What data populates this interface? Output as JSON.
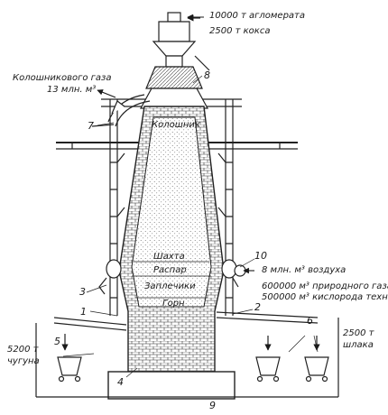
{
  "annotations": {
    "sinter": "10000 т агломерата",
    "coke": "2500 т кокса",
    "top_gas_line1": "Колошникового газа",
    "top_gas_line2": "13 млн. м³",
    "air": "8 млн. м³ воздуха",
    "natural_gas": "600000 м³ природного газа",
    "oxygen": "500000 м³ кислорода техн.",
    "pig_iron_line1": "5200 т",
    "pig_iron_line2": "чугуна",
    "slag_line1": "2500 т",
    "slag_line2": "шлака"
  },
  "zones": {
    "top": "Колошник",
    "stack": "Шахта",
    "belly": "Распар",
    "bosh": "Заплечики",
    "hearth": "Горн"
  },
  "callouts": [
    "1",
    "2",
    "3",
    "4",
    "5",
    "6",
    "7",
    "8",
    "9",
    "10"
  ]
}
